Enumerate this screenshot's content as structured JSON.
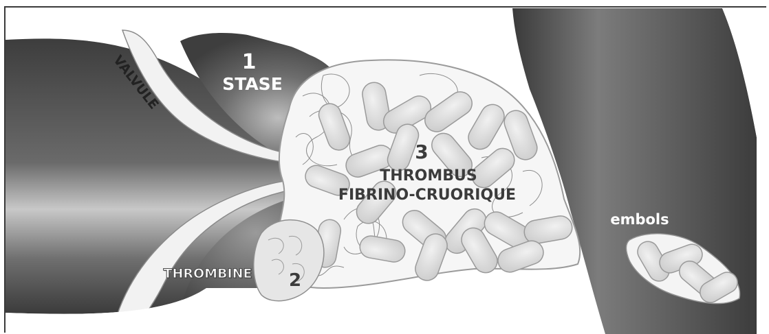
{
  "labels": {
    "valve": "VALVULE",
    "step1_number": "1",
    "step1_label": "STASE",
    "step3_number": "3",
    "step3_line1": "THROMBUS",
    "step3_line2": "FIBRINO-CRUORIQUE",
    "emboli": "embols",
    "thrombin": "THROMBINE",
    "step2_number": "2"
  },
  "colors": {
    "vessel_dark": "#4a4a4a",
    "vessel_mid": "#7a7a7a",
    "vessel_light": "#d6d6d6",
    "clot_white": "#f4f4f4",
    "cell_fill": "#d9d9d9",
    "cell_stroke": "#9a9a9a",
    "label_dark": "#3b3b3b",
    "label_light": "#ffffff"
  }
}
